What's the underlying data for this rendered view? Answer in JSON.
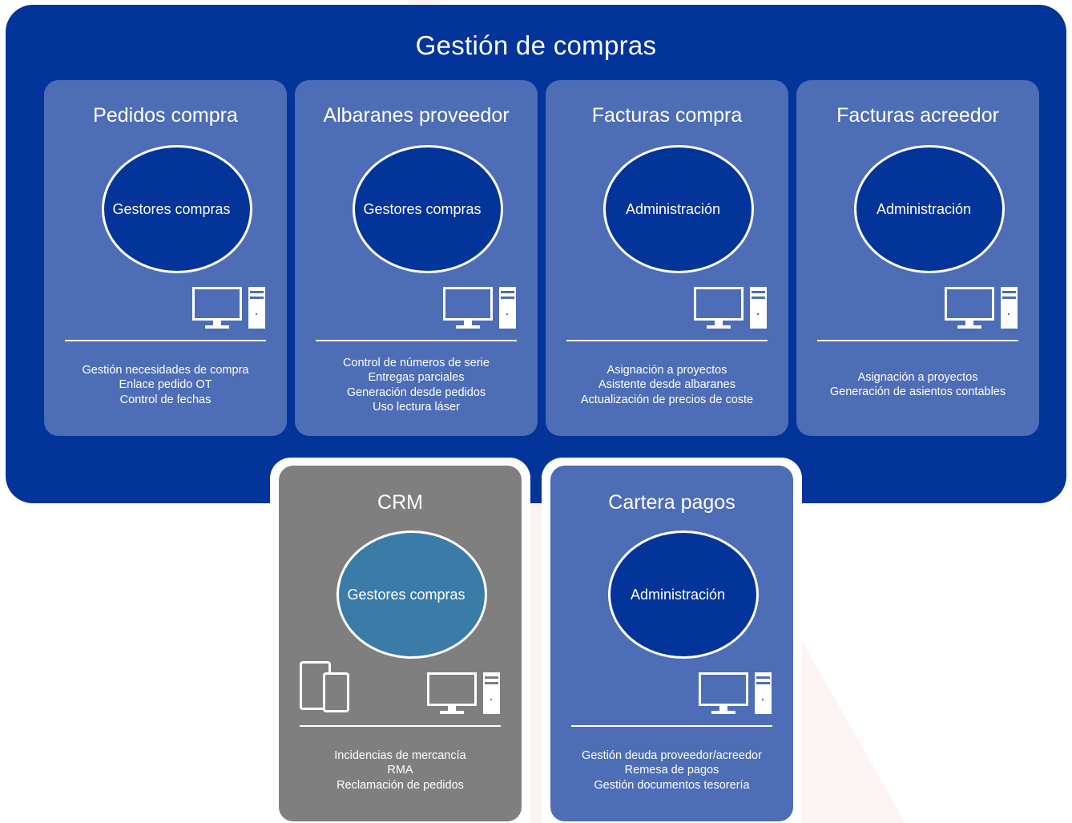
{
  "title": "Gestión de compras",
  "colors": {
    "main_panel": "#02349a",
    "card": "#4d6db6",
    "crm_card": "#7f7f7f",
    "crm_circle": "#3a7ba8",
    "circle": "#02349a"
  },
  "modules": [
    {
      "title": "Pedidos compra",
      "role": "Gestores compras",
      "devices": [
        "desktop-computer-icon"
      ],
      "features": [
        "Gestión necesidades de compra",
        "Enlace pedido OT",
        "Control de fechas"
      ]
    },
    {
      "title": "Albaranes proveedor",
      "role": "Gestores compras",
      "devices": [
        "desktop-computer-icon"
      ],
      "features": [
        "Control de números de serie",
        "Entregas parciales",
        "Generación desde pedidos",
        "Uso lectura láser"
      ]
    },
    {
      "title": "Facturas compra",
      "role": "Administración",
      "devices": [
        "desktop-computer-icon"
      ],
      "features": [
        "Asignación a proyectos",
        "Asistente desde albaranes",
        "Actualización de precios de coste"
      ]
    },
    {
      "title": "Facturas acreedor",
      "role": "Administración",
      "devices": [
        "desktop-computer-icon"
      ],
      "features": [
        "Asignación a proyectos",
        "Generación de asientos contables"
      ]
    }
  ],
  "lower_modules": [
    {
      "title": "CRM",
      "role": "Gestores compras",
      "devices": [
        "tablet-icon",
        "smartphone-icon",
        "desktop-computer-icon"
      ],
      "features": [
        "Incidencias de mercancía",
        "RMA",
        "Reclamación de pedidos"
      ]
    },
    {
      "title": "Cartera pagos",
      "role": "Administración",
      "devices": [
        "desktop-computer-icon"
      ],
      "features": [
        "Gestión deuda proveedor/acreedor",
        "Remesa de pagos",
        "Gestión documentos tesorería"
      ]
    }
  ]
}
